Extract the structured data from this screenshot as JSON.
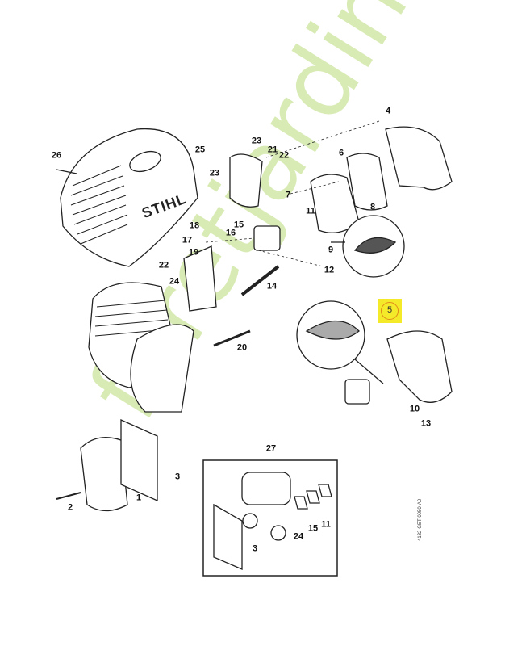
{
  "diagram": {
    "brand_logo": "STIHL",
    "reference_code": "4182-GET-0050-A0",
    "watermark": "foretjardin.com",
    "highlighted_part": "5",
    "part_labels": [
      "26",
      "25",
      "23",
      "21",
      "22",
      "23",
      "4",
      "6",
      "7",
      "8",
      "11",
      "18",
      "15",
      "16",
      "17",
      "19",
      "9",
      "12",
      "22",
      "24",
      "14",
      "20",
      "10",
      "13",
      "27",
      "3",
      "1",
      "2",
      "24",
      "15",
      "11",
      "3"
    ]
  }
}
